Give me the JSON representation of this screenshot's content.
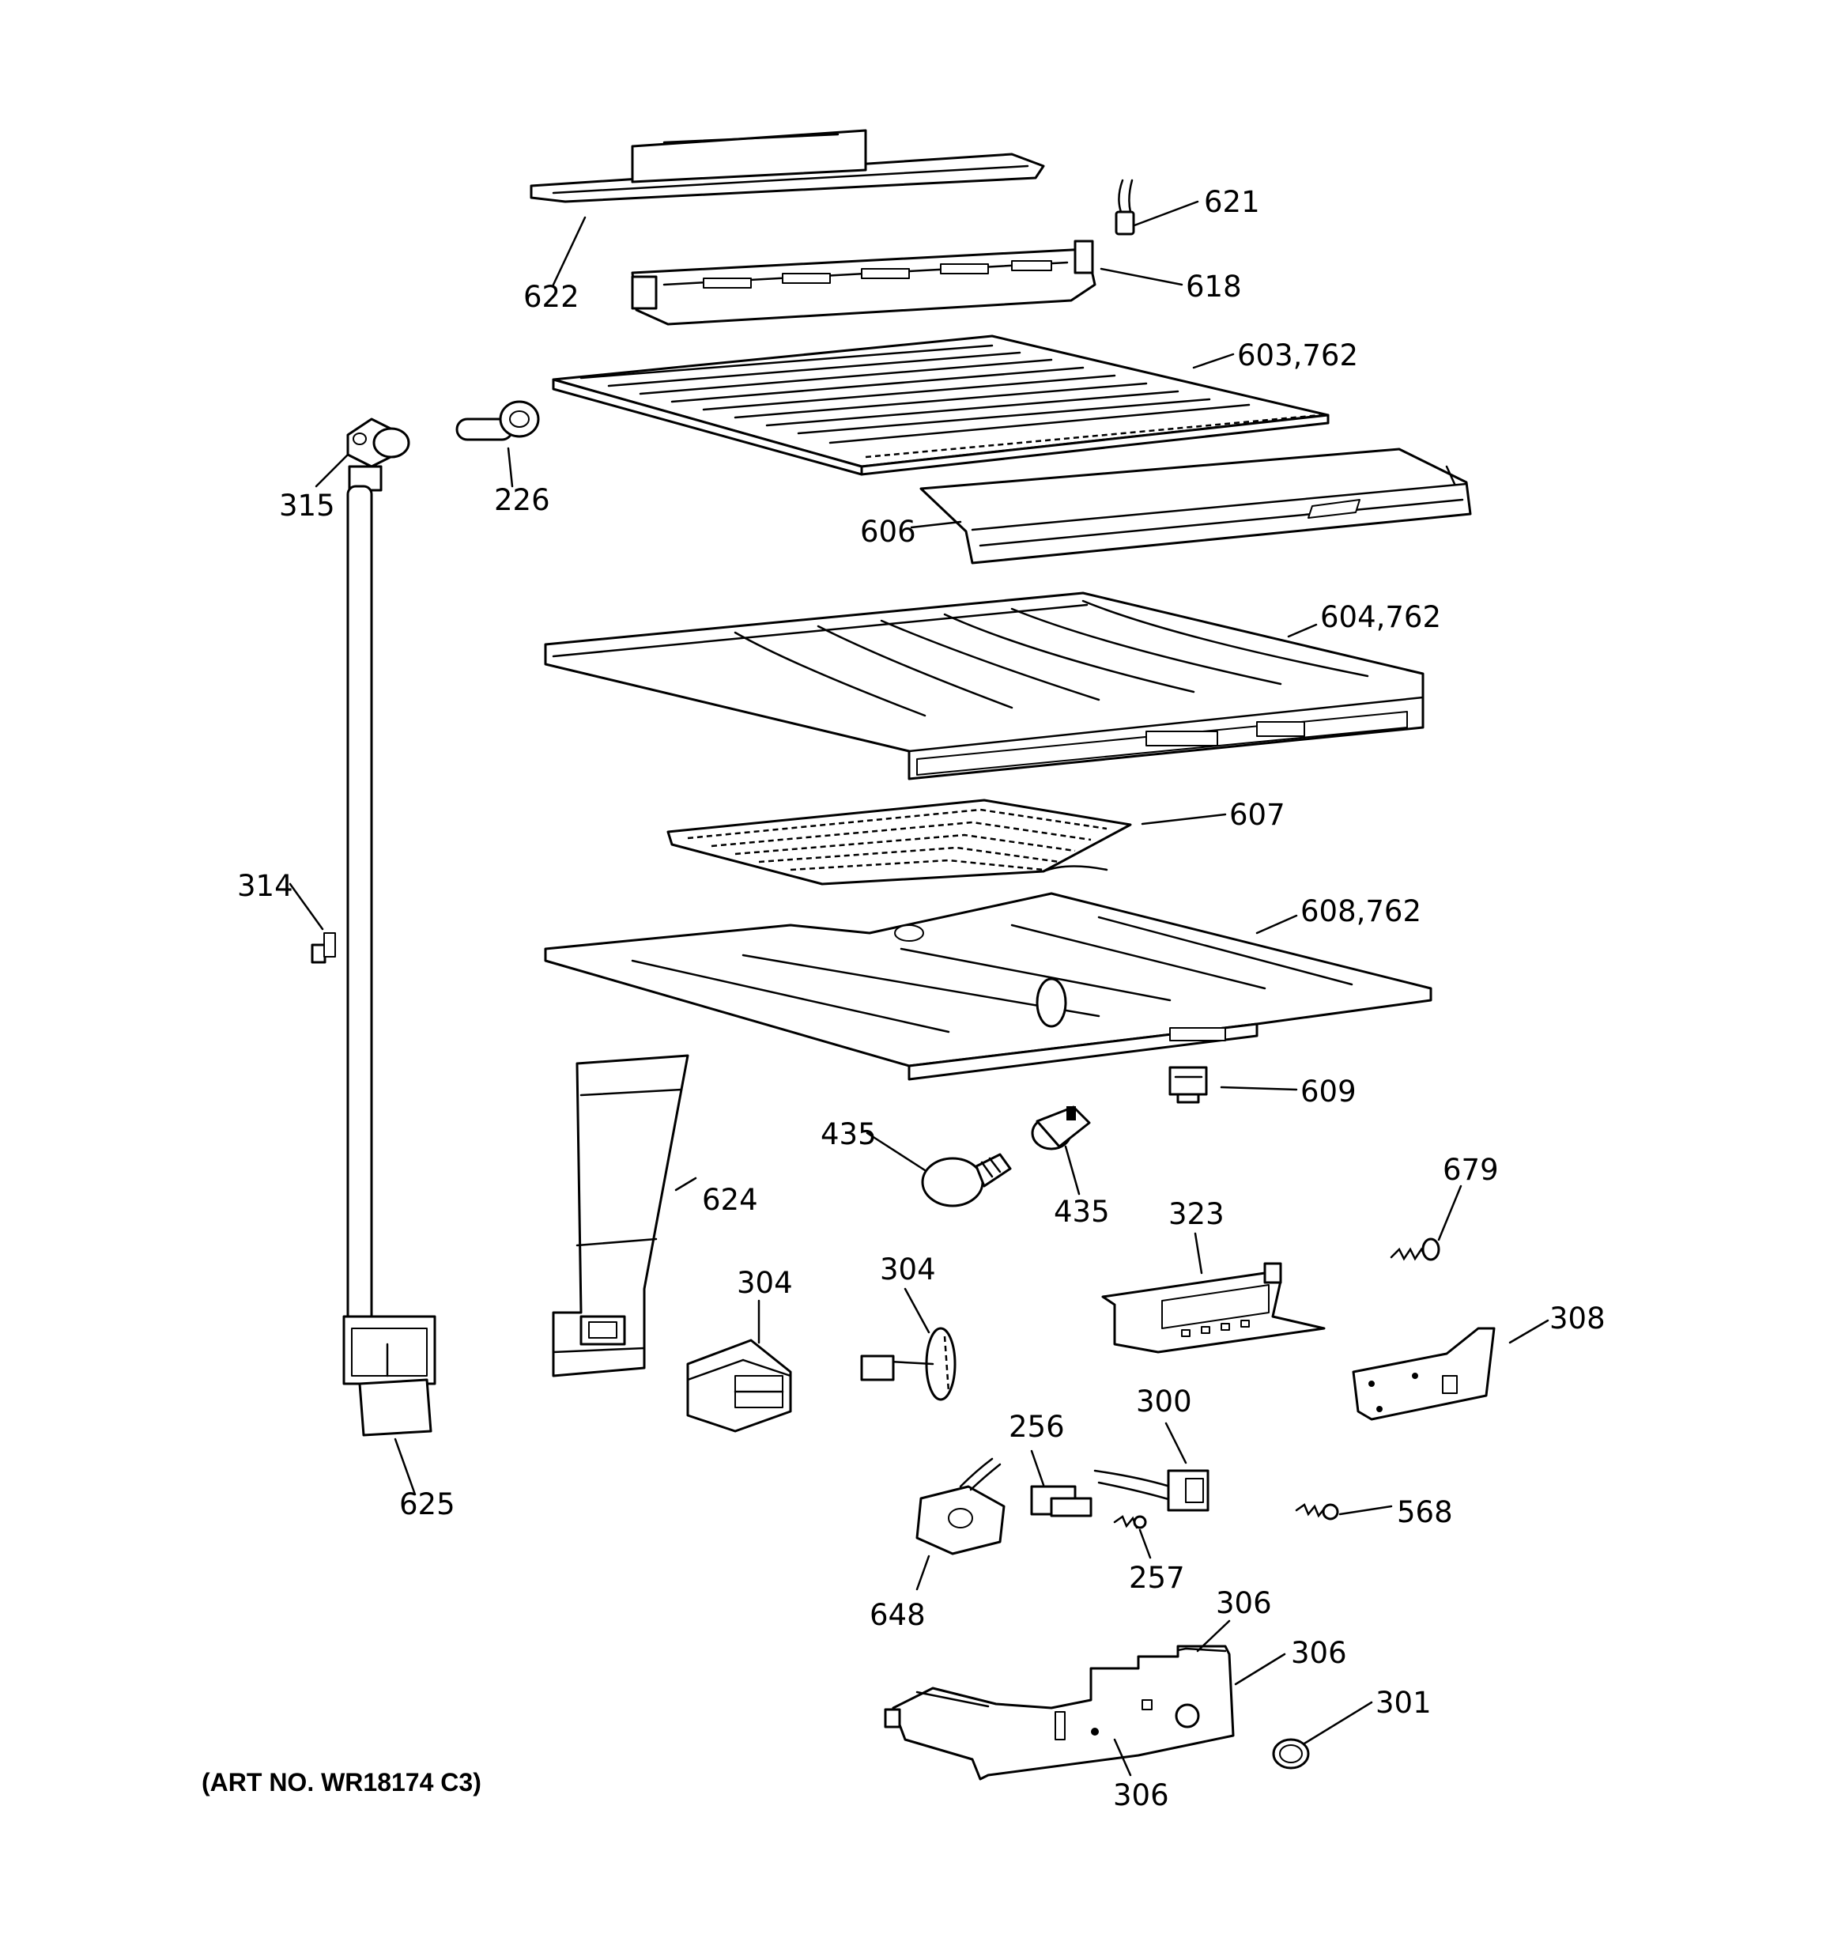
{
  "art_number": "(ART NO. WR18174 C3)",
  "callouts": {
    "c622": "622",
    "c621": "621",
    "c618": "618",
    "c603": "603,762",
    "c226": "226",
    "c315": "315",
    "c606": "606",
    "c604": "604,762",
    "c607": "607",
    "c314": "314",
    "c608": "608,762",
    "c609": "609",
    "c435a": "435",
    "c435b": "435",
    "c624": "624",
    "c679": "679",
    "c323": "323",
    "c304a": "304",
    "c304b": "304",
    "c308": "308",
    "c625": "625",
    "c300": "300",
    "c256": "256",
    "c568": "568",
    "c257": "257",
    "c648": "648",
    "c306a": "306",
    "c306b": "306",
    "c301": "301",
    "c306c": "306"
  }
}
